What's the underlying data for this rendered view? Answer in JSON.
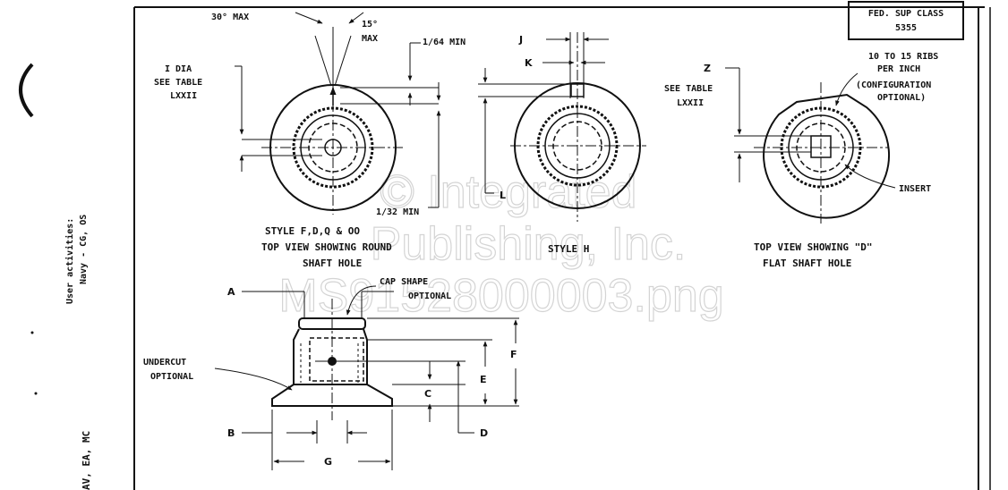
{
  "header_box": {
    "line1": "FED. SUP CLASS",
    "line2": "5355"
  },
  "left_margin": {
    "activities_line1": "User activities:",
    "activities_line2": "Navy - CG, OS",
    "codes": "AV, EA, MC"
  },
  "views": {
    "round": {
      "angle_30": "30° MAX",
      "angle_15": "15°",
      "max": "MAX",
      "min_1_64": "1/64 MIN",
      "min_1_32": "1/32 MIN",
      "dim_i_dia": "I   DIA",
      "see_table": "SEE  TABLE",
      "table_ref": "LXXII",
      "caption_1": "STYLE F,D,Q & OO",
      "caption_2": "TOP VIEW SHOWING ROUND",
      "caption_3": "SHAFT HOLE"
    },
    "style_h": {
      "dim_j": "J",
      "dim_k": "K",
      "dim_l": "L",
      "caption": "STYLE H"
    },
    "d_flat": {
      "dim_z": "Z",
      "see_table": "SEE  TABLE",
      "table_ref": "LXXII",
      "ribs_1": "10 TO 15 RIBS",
      "ribs_2": "PER INCH",
      "ribs_3": "(CONFIGURATION",
      "ribs_4": "OPTIONAL)",
      "insert": "INSERT",
      "caption_1": "TOP VIEW SHOWING \"D\"",
      "caption_2": "FLAT SHAFT HOLE"
    },
    "side": {
      "dim_a": "A",
      "cap_1": "CAP SHAPE",
      "cap_2": "OPTIONAL",
      "undercut_1": "UNDERCUT",
      "undercut_2": "OPTIONAL",
      "dim_b": "B",
      "dim_c": "C",
      "dim_d": "D",
      "dim_e": "E",
      "dim_f": "F",
      "dim_g": "G"
    }
  },
  "watermark": {
    "line1": "© Integrated",
    "line2": "Publishing, Inc.",
    "line3": "MS91528000003.png"
  }
}
